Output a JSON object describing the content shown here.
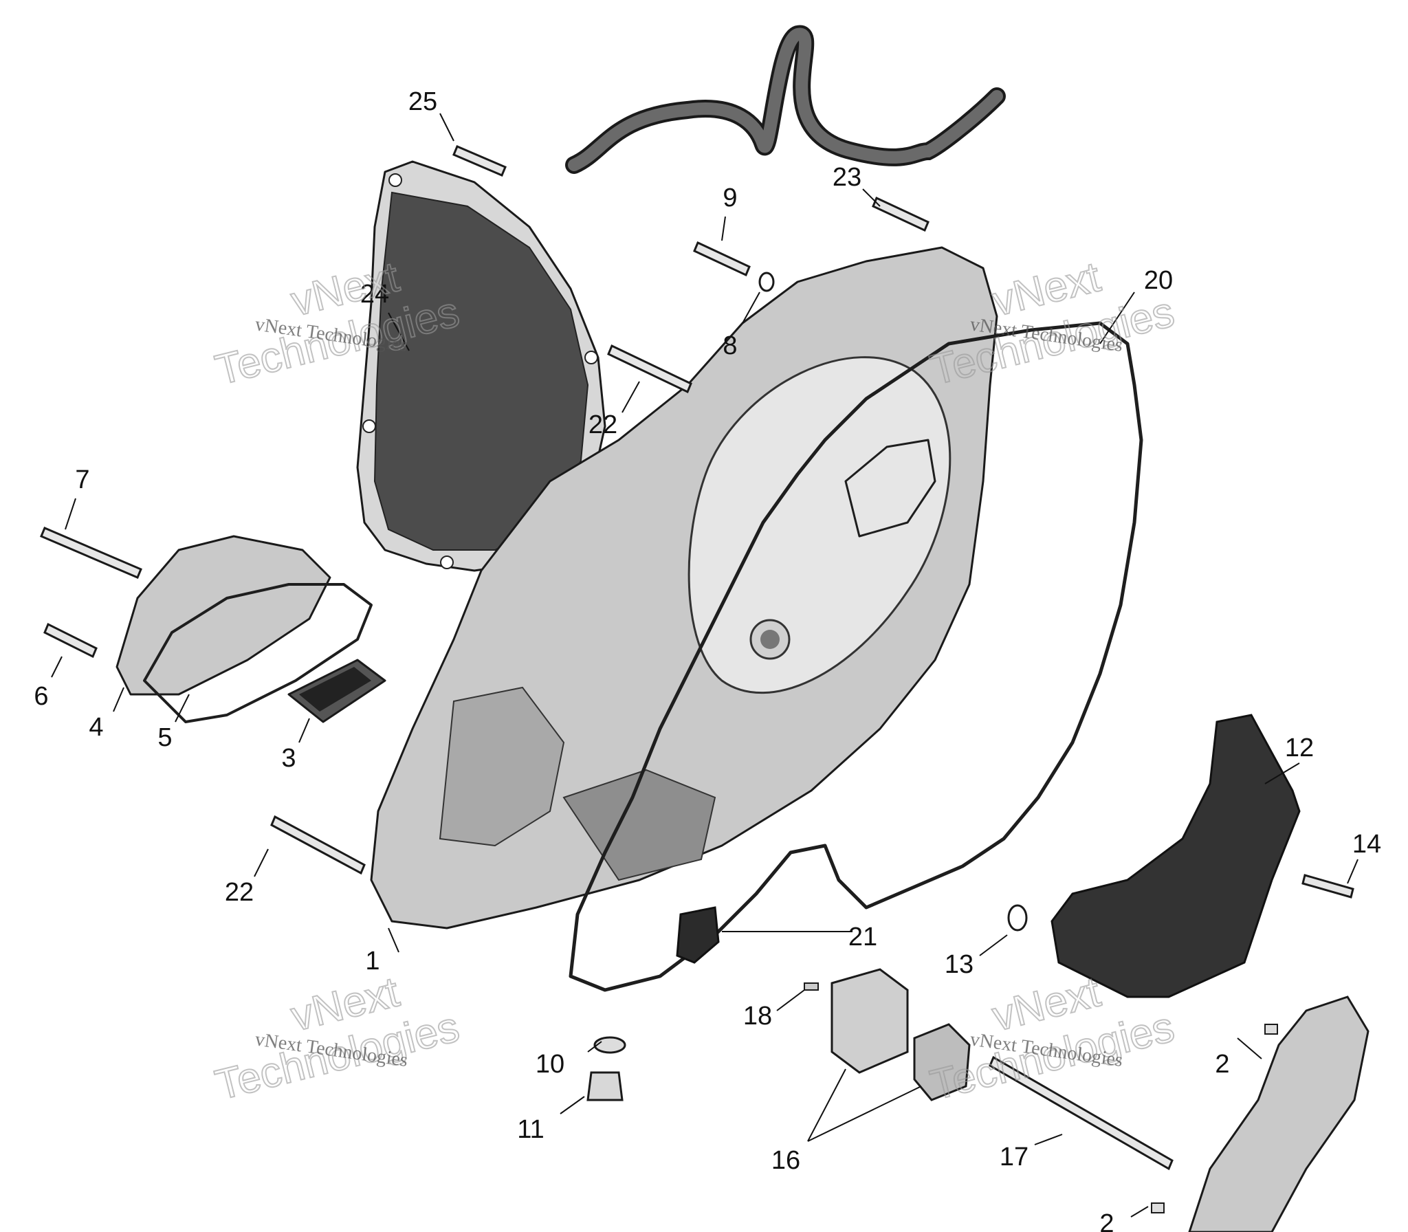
{
  "callouts": [
    {
      "label": "1",
      "name": "callout-1-crankcase-cover"
    },
    {
      "label": "2",
      "name": "callout-2-dowel-pin"
    },
    {
      "label": "2",
      "name": "callout-2-dowel-pin-lower"
    },
    {
      "label": "3",
      "name": "callout-3-screen"
    },
    {
      "label": "4",
      "name": "callout-4-small-cover"
    },
    {
      "label": "5",
      "name": "callout-5-small-gasket"
    },
    {
      "label": "6",
      "name": "callout-6-short-bolt"
    },
    {
      "label": "7",
      "name": "callout-7-long-bolt"
    },
    {
      "label": "8",
      "name": "callout-8-o-ring"
    },
    {
      "label": "9",
      "name": "callout-9-plug"
    },
    {
      "label": "10",
      "name": "callout-10-washer"
    },
    {
      "label": "11",
      "name": "callout-11-drain-plug"
    },
    {
      "label": "12",
      "name": "callout-12-guide"
    },
    {
      "label": "13",
      "name": "callout-13-o-ring"
    },
    {
      "label": "14",
      "name": "callout-14-bolt"
    },
    {
      "label": "16",
      "name": "callout-16-bushing"
    },
    {
      "label": "17",
      "name": "callout-17-shaft"
    },
    {
      "label": "18",
      "name": "callout-18-pin"
    },
    {
      "label": "20",
      "name": "callout-20-main-gasket"
    },
    {
      "label": "21",
      "name": "callout-21-clip"
    },
    {
      "label": "22",
      "name": "callout-22-bolt-upper"
    },
    {
      "label": "22",
      "name": "callout-22-bolt-lower"
    },
    {
      "label": "23",
      "name": "callout-23-bolt"
    },
    {
      "label": "24",
      "name": "callout-24-outer-cover"
    },
    {
      "label": "25",
      "name": "callout-25-bolt"
    }
  ],
  "watermark": {
    "line_small": "vNext Technologies",
    "line_big_1": "vNext",
    "line_big_2": "Technologies"
  }
}
